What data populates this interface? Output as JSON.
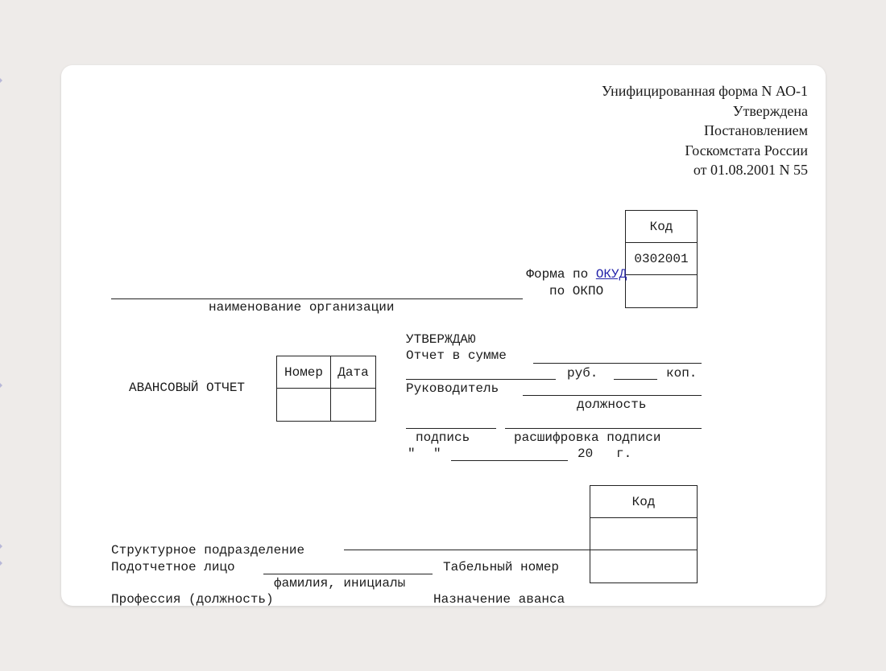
{
  "header": {
    "lines": [
      "Унифицированная форма N АО-1",
      "Утверждена",
      "Постановлением",
      "Госкомстата России",
      "от 01.08.2001 N 55"
    ]
  },
  "codes_top": {
    "header": "Код",
    "okud_prefix": "Форма по",
    "okud_link": "ОКУД",
    "okud_value": "0302001",
    "okpo_label": "по ОКПО",
    "okpo_value": ""
  },
  "organization": {
    "caption": "наименование организации"
  },
  "report": {
    "title": "АВАНСОВЫЙ ОТЧЕТ",
    "col_number": "Номер",
    "col_date": "Дата",
    "number_value": "",
    "date_value": ""
  },
  "approval": {
    "approve": "УТВЕРЖДАЮ",
    "sum_label": "Отчет в сумме",
    "rub": "руб.",
    "kop": "коп.",
    "head_label": "Руководитель",
    "position_caption": "должность",
    "signature_caption": "подпись",
    "decode_caption": "расшифровка подписи",
    "date_quote_open": "\"",
    "date_quote_close": "\"",
    "year_prefix": "20",
    "year_suffix": "г."
  },
  "codes_bottom": {
    "header": "Код",
    "row1": "",
    "row2": ""
  },
  "fields": {
    "department": "Структурное подразделение",
    "accountable": "Подотчетное лицо",
    "tab_number": "Табельный номер",
    "name_caption": "фамилия, инициалы",
    "profession": "Профессия (должность)",
    "purpose": "Назначение аванса"
  }
}
